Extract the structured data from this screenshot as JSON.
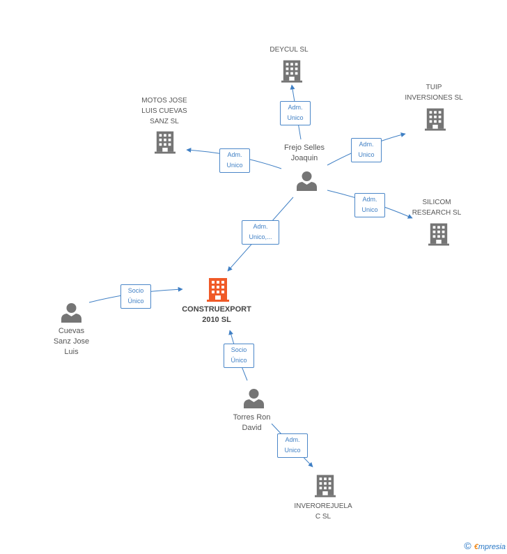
{
  "colors": {
    "accent": "#f05a28",
    "node": "#757575",
    "edge": "#3f7fc4"
  },
  "nodes": {
    "main": {
      "name_line1": "CONSTRUEXPORT",
      "name_line2": "2010 SL",
      "icon": "building-icon"
    },
    "deycul": {
      "name_line1": "DEYCUL SL",
      "icon": "building-icon"
    },
    "tuip": {
      "name_line1": "TUIP",
      "name_line2": "INVERSIONES SL",
      "icon": "building-icon"
    },
    "motos": {
      "name_line1": "MOTOS JOSE",
      "name_line2": "LUIS CUEVAS",
      "name_line3": "SANZ SL",
      "icon": "building-icon"
    },
    "silicom": {
      "name_line1": "SILICOM",
      "name_line2": "RESEARCH SL",
      "icon": "building-icon"
    },
    "inverorejuela": {
      "name_line1": "INVEROREJUELA",
      "name_line2": "C SL",
      "icon": "building-icon"
    },
    "frejo": {
      "name_line1": "Frejo Selles",
      "name_line2": "Joaquin",
      "icon": "person-icon"
    },
    "cuevas": {
      "name_line1": "Cuevas",
      "name_line2": "Sanz Jose",
      "name_line3": "Luis",
      "icon": "person-icon"
    },
    "torres": {
      "name_line1": "Torres Ron",
      "name_line2": "David",
      "icon": "person-icon"
    }
  },
  "relations": {
    "frejo_deycul": {
      "line1": "Adm.",
      "line2": "Unico"
    },
    "frejo_motos": {
      "line1": "Adm.",
      "line2": "Unico"
    },
    "frejo_tuip": {
      "line1": "Adm.",
      "line2": "Unico"
    },
    "frejo_silicom": {
      "line1": "Adm.",
      "line2": "Unico"
    },
    "frejo_main": {
      "line1": "Adm.",
      "line2": "Unico,..."
    },
    "cuevas_main": {
      "line1": "Socio",
      "line2": "Único"
    },
    "torres_main": {
      "line1": "Socio",
      "line2": "Único"
    },
    "torres_inverorejuela": {
      "line1": "Adm.",
      "line2": "Unico"
    }
  },
  "footer": {
    "copyright_symbol": "©",
    "brand_initial": "€",
    "brand_rest": "mpresia"
  }
}
